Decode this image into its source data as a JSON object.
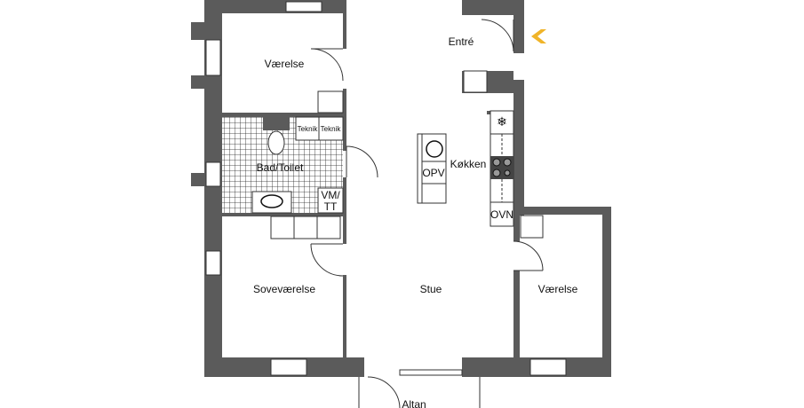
{
  "rooms": {
    "vaerelse_1": "Værelse",
    "entre": "Entré",
    "bad_toilet": "Bad/Toilet",
    "teknik_1": "Teknik",
    "teknik_2": "Teknik",
    "vm_tt_1": "VM/",
    "vm_tt_2": "TT",
    "kokken": "Køkken",
    "opv": "OPV",
    "ovn": "OVN",
    "sovevaerelse": "Soveværelse",
    "stue": "Stue",
    "vaerelse_2": "Værelse",
    "altan": "Altan"
  },
  "colors": {
    "wall": "#5b5b5b",
    "entrance_marker": "#f0b429"
  }
}
